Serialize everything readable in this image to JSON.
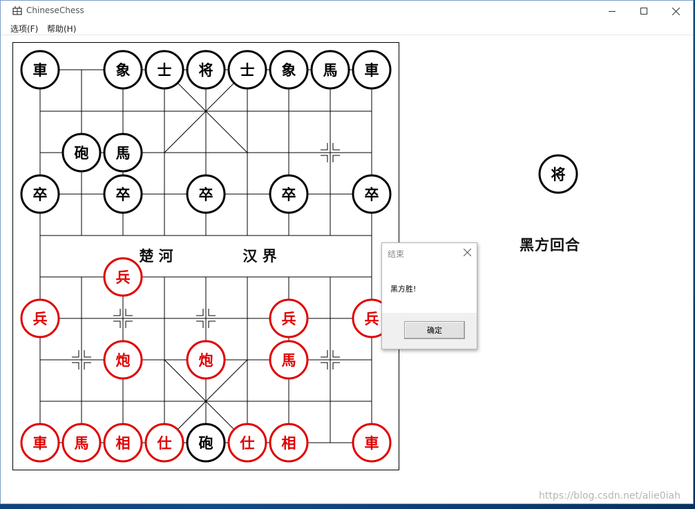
{
  "window": {
    "title": "ChineseChess",
    "menu": [
      {
        "label": "选项(F)"
      },
      {
        "label": "帮助(H)"
      }
    ]
  },
  "board": {
    "cols": 9,
    "rows": 10,
    "river_left": "楚 河",
    "river_right": "汉 界",
    "colors": {
      "red": "#e00000",
      "black": "#000000",
      "line": "#000000"
    },
    "pieces": [
      {
        "char": "車",
        "side": "black",
        "col": 0,
        "row": 0
      },
      {
        "char": "象",
        "side": "black",
        "col": 2,
        "row": 0
      },
      {
        "char": "士",
        "side": "black",
        "col": 3,
        "row": 0
      },
      {
        "char": "将",
        "side": "black",
        "col": 4,
        "row": 0
      },
      {
        "char": "士",
        "side": "black",
        "col": 5,
        "row": 0
      },
      {
        "char": "象",
        "side": "black",
        "col": 6,
        "row": 0
      },
      {
        "char": "馬",
        "side": "black",
        "col": 7,
        "row": 0
      },
      {
        "char": "車",
        "side": "black",
        "col": 8,
        "row": 0
      },
      {
        "char": "砲",
        "side": "black",
        "col": 1,
        "row": 2
      },
      {
        "char": "馬",
        "side": "black",
        "col": 2,
        "row": 2
      },
      {
        "char": "卒",
        "side": "black",
        "col": 0,
        "row": 3
      },
      {
        "char": "卒",
        "side": "black",
        "col": 2,
        "row": 3
      },
      {
        "char": "卒",
        "side": "black",
        "col": 4,
        "row": 3
      },
      {
        "char": "卒",
        "side": "black",
        "col": 6,
        "row": 3
      },
      {
        "char": "卒",
        "side": "black",
        "col": 8,
        "row": 3
      },
      {
        "char": "兵",
        "side": "red",
        "col": 2,
        "row": 5
      },
      {
        "char": "兵",
        "side": "red",
        "col": 0,
        "row": 6
      },
      {
        "char": "兵",
        "side": "red",
        "col": 6,
        "row": 6
      },
      {
        "char": "兵",
        "side": "red",
        "col": 8,
        "row": 6
      },
      {
        "char": "炮",
        "side": "red",
        "col": 2,
        "row": 7
      },
      {
        "char": "炮",
        "side": "red",
        "col": 4,
        "row": 7
      },
      {
        "char": "馬",
        "side": "red",
        "col": 6,
        "row": 7
      },
      {
        "char": "車",
        "side": "red",
        "col": 0,
        "row": 9
      },
      {
        "char": "馬",
        "side": "red",
        "col": 1,
        "row": 9
      },
      {
        "char": "相",
        "side": "red",
        "col": 2,
        "row": 9
      },
      {
        "char": "仕",
        "side": "red",
        "col": 3,
        "row": 9
      },
      {
        "char": "砲",
        "side": "black",
        "col": 4,
        "row": 9
      },
      {
        "char": "仕",
        "side": "red",
        "col": 5,
        "row": 9
      },
      {
        "char": "相",
        "side": "red",
        "col": 6,
        "row": 9
      },
      {
        "char": "車",
        "side": "red",
        "col": 8,
        "row": 9
      }
    ]
  },
  "side_panel": {
    "turn_piece": {
      "char": "将",
      "side": "black"
    },
    "turn_text": "黑方回合"
  },
  "dialog": {
    "title": "结束",
    "message": "黑方胜!",
    "ok_label": "确定"
  },
  "watermark": "https://blog.csdn.net/alie0iah"
}
